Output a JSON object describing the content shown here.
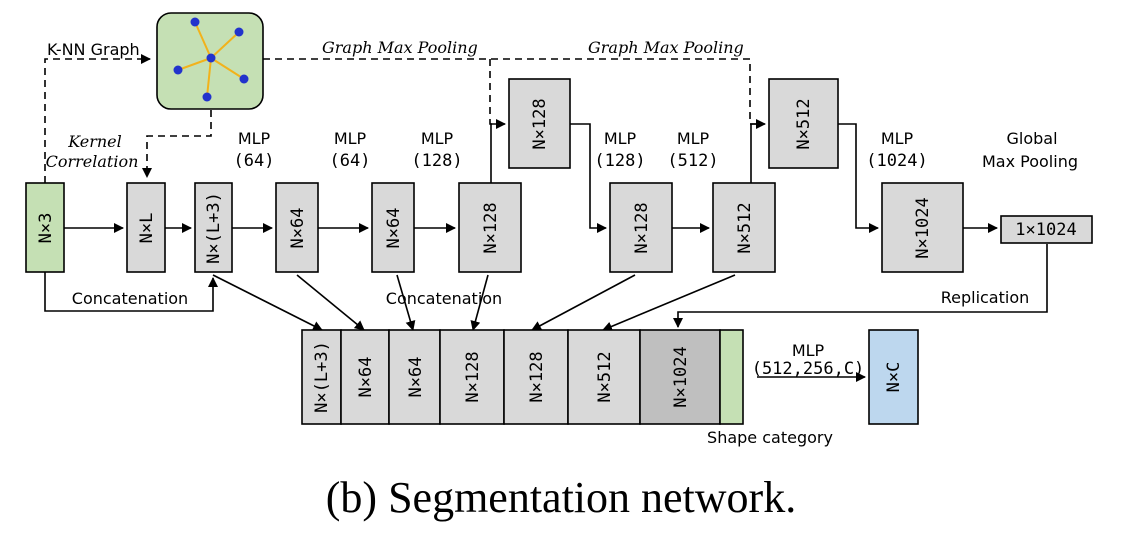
{
  "colors": {
    "block_gray": "#d9d9d9",
    "block_dark": "#bfbfbf",
    "input_green": "#c5e0b4",
    "output_blue": "#bdd7ee",
    "graph_bg": "#c5e0b4",
    "graph_node": "#2233cc",
    "graph_edge": "#f2b21b"
  },
  "labels": {
    "knn_graph": "K-NN Graph",
    "graph_max_pooling_1": "Graph Max Pooling",
    "graph_max_pooling_2": "Graph Max Pooling",
    "kernel": "Kernel",
    "correlation": "Correlation",
    "mlp": "MLP",
    "mlp_64a": "(64)",
    "mlp_64b": "(64)",
    "mlp_128a": "(128)",
    "mlp_128b": "(128)",
    "mlp_512": "(512)",
    "mlp_1024": "(1024)",
    "global": "Global",
    "max_pooling": "Max Pooling",
    "concatenation_1": "Concatenation",
    "concatenation_2": "Concatenation",
    "replication": "Replication",
    "mlp_final_params": "(512,256,C)",
    "shape_category": "Shape category"
  },
  "blocks": {
    "input": "N×3",
    "nxl": "N×L",
    "nxl3": "N×(L+3)",
    "n64a": "N×64",
    "n64b": "N×64",
    "n128a": "N×128",
    "n128_top": "N×128",
    "n128b": "N×128",
    "n512a": "N×512",
    "n512_top": "N×512",
    "n1024": "N×1024",
    "global": "1×1024",
    "output": "N×C"
  },
  "concat_row": [
    "N×(L+3)",
    "N×64",
    "N×64",
    "N×128",
    "N×128",
    "N×512",
    "N×1024"
  ],
  "caption": "(b) Segmentation network."
}
